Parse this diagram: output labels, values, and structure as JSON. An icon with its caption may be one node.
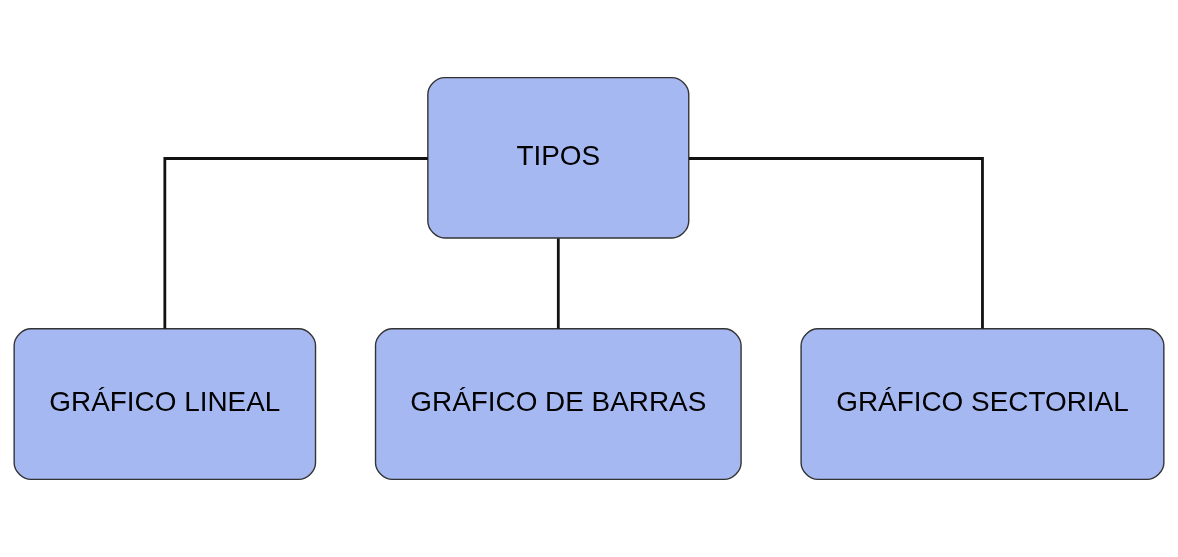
{
  "diagram": {
    "nodes": [
      {
        "text": [
          "TIPOS"
        ]
      },
      {
        "text": [
          "GRÁFICO LINEAL"
        ]
      },
      {
        "text": [
          "GRÁFICO DE BARRAS"
        ]
      },
      {
        "text": [
          "GRÁFICO SECTORIAL"
        ]
      }
    ],
    "edges": [
      {
        "from": 0,
        "to": 1,
        "arrow": "none"
      },
      {
        "from": 0,
        "to": 2,
        "arrow": "none"
      },
      {
        "from": 0,
        "to": 3,
        "arrow": "none"
      }
    ]
  }
}
